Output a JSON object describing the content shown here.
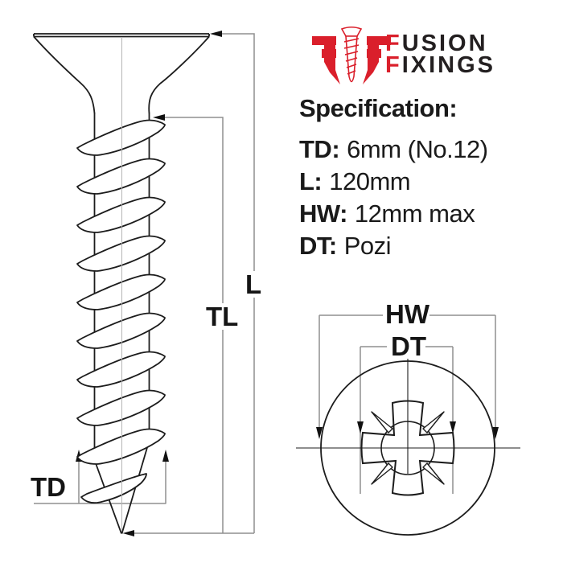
{
  "brand": {
    "accent_color": "#da1f2b",
    "text_color": "#231f20",
    "name_line1_initial": "F",
    "name_line1_rest": "USION",
    "name_line2_initial": "F",
    "name_line2_rest": "IXINGS"
  },
  "specification": {
    "heading": "Specification:",
    "items": [
      {
        "label": "TD:",
        "value": "6mm (No.12)"
      },
      {
        "label": "L:",
        "value": "120mm"
      },
      {
        "label": "HW:",
        "value": "12mm max"
      },
      {
        "label": "DT:",
        "value": "Pozi"
      }
    ]
  },
  "side_view_diagram": {
    "labels": {
      "overall_length": "L",
      "thread_length": "TL",
      "thread_diameter": "TD"
    }
  },
  "top_view_diagram": {
    "labels": {
      "head_width": "HW",
      "drive_type": "DT"
    }
  },
  "drawing_colors": {
    "outline": "#1c1c1c",
    "dimension_line": "#8f8f8f",
    "arrow": "#111111",
    "centerline": "#b5b5b5"
  }
}
